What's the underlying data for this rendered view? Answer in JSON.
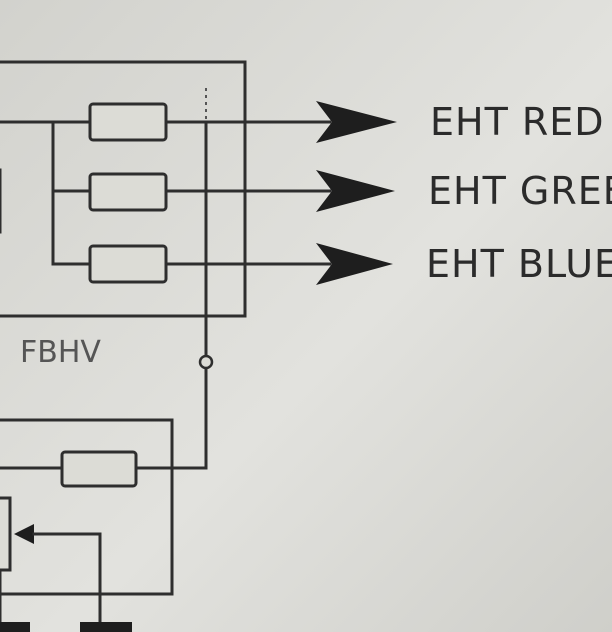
{
  "outputs": [
    {
      "label": "EHT RED"
    },
    {
      "label": "EHT GREEN"
    },
    {
      "label": "EHT BLUE"
    }
  ],
  "block": {
    "label": "FBHV"
  },
  "colors": {
    "line": "#2e2e2e",
    "background": "#d9d9d4",
    "text": "#2b2b2b"
  }
}
